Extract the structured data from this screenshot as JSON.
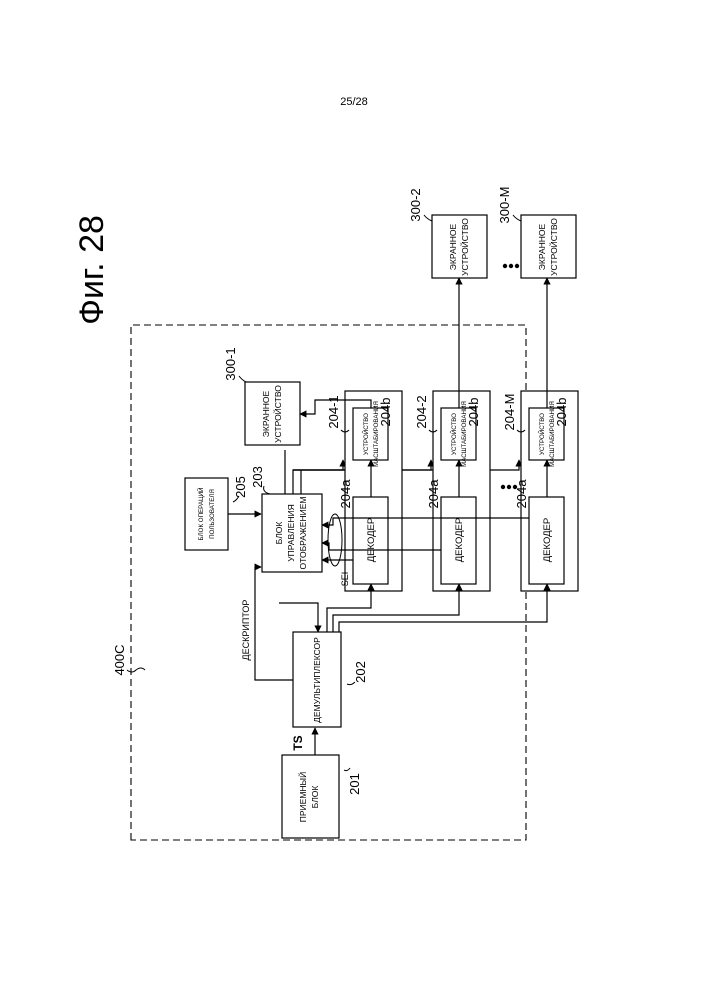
{
  "page_number": "25/28",
  "figure": {
    "title": "Фиг. 28",
    "system_ref": "400C"
  },
  "blocks": {
    "receiver": {
      "ref": "201",
      "line1": "ПРИЕМНЫЙ",
      "line2": "БЛОК"
    },
    "demux": {
      "ref": "202",
      "label": "ДЕМУЛЬТИПЛЕКСОР"
    },
    "display_control": {
      "ref": "203",
      "line1": "БЛОК",
      "line2": "УПРАВЛЕНИЯ",
      "line3": "ОТОБРАЖЕНИЕМ"
    },
    "user_ops": {
      "ref": "205",
      "line1": "БЛОК ОПЕРАЦИЙ",
      "line2": "ПОЛЬЗОВАТЕЛЯ"
    },
    "decoder_units": [
      {
        "ref": "204-1",
        "decoder_ref": "204a",
        "decoder_label": "ДЕКОДЕР",
        "scaler_ref": "204b",
        "scaler_line1": "УСТРОЙСТВО",
        "scaler_line2": "МАСШТАБИРОВАНИЯ"
      },
      {
        "ref": "204-2",
        "decoder_ref": "204a",
        "decoder_label": "ДЕКОДЕР",
        "scaler_ref": "204b",
        "scaler_line1": "УСТРОЙСТВО",
        "scaler_line2": "МАСШТАБИРОВАНИЯ"
      },
      {
        "ref": "204-M",
        "decoder_ref": "204a",
        "decoder_label": "ДЕКОДЕР",
        "scaler_ref": "204b",
        "scaler_line1": "УСТРОЙСТВО",
        "scaler_line2": "МАСШТАБИРОВАНИЯ"
      }
    ],
    "displays": [
      {
        "ref": "300-1",
        "line1": "ЭКРАННОЕ",
        "line2": "УСТРОЙСТВО"
      },
      {
        "ref": "300-2",
        "line1": "ЭКРАННОЕ",
        "line2": "УСТРОЙСТВО"
      },
      {
        "ref": "300-M",
        "line1": "ЭКРАННОЕ",
        "line2": "УСТРОЙСТВО"
      }
    ]
  },
  "signals": {
    "ts": "TS",
    "sei": "SEI",
    "descriptor": "ДЕСКРИПТОР"
  }
}
